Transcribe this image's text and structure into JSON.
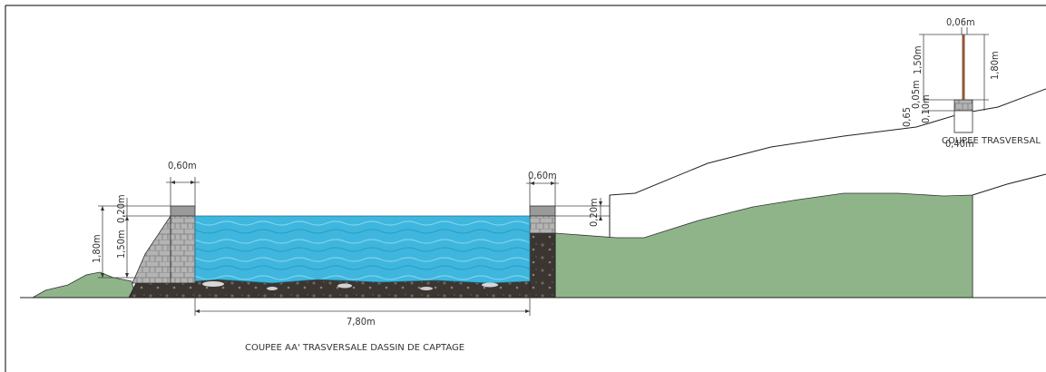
{
  "section_caption": "COUPEE AA' TRASVERSALE DASSIN DE CAPTAGE",
  "detail_caption": "COUPEE TRASVERSAL",
  "dimensions": {
    "left_wall_width": "0,60m",
    "right_wall_width": "0,60m",
    "left_total_height": "1,80m",
    "left_water_height": "1,50m",
    "left_cap_height": "0,20m",
    "right_cap_height": "0,20m",
    "basin_length": "7,80m",
    "detail_top_width": "0,06m",
    "detail_inner_height": "1,50m",
    "detail_total_height": "1,80m",
    "detail_small_a": "0,65",
    "detail_small_b": "0,05m",
    "detail_small_c": "0,10m",
    "detail_bottom_width": "0,40m"
  },
  "colors": {
    "water": "#3fb6dd",
    "ground": "#8fb48a",
    "stone": "#a8a8a8",
    "soil": "#3a3530"
  }
}
